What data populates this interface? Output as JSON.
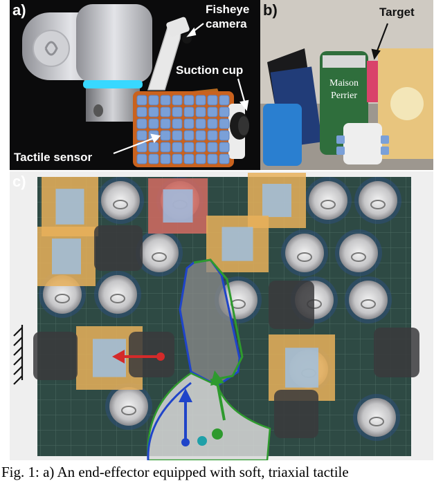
{
  "figure": {
    "panel_a": {
      "letter": "a)",
      "labels": {
        "fisheye_line1": "Fisheye",
        "fisheye_line2": "camera",
        "suction_cup": "Suction cup",
        "tactile_sensor": "Tactile sensor"
      }
    },
    "panel_b": {
      "letter": "b)",
      "labels": {
        "target": "Target"
      },
      "can_text": {
        "brand_line1": "Maison",
        "brand_line2": "Perrier"
      }
    },
    "panel_c": {
      "letter": "c)"
    }
  },
  "caption": {
    "text": "Fig. 1:  a) An end-effector equipped with soft, triaxial tactile"
  },
  "colors": {
    "background": "#ffffff",
    "panel_a_label": "#ffffff",
    "panel_b_label": "#111111",
    "arrow_red": "#d42a2a",
    "arrow_blue": "#1f44c9",
    "arrow_green": "#2e9a2e",
    "dot_teal": "#1fa0a8",
    "sensor_blue": "#7aa0d8",
    "ring_cyan": "#38d8ff"
  }
}
